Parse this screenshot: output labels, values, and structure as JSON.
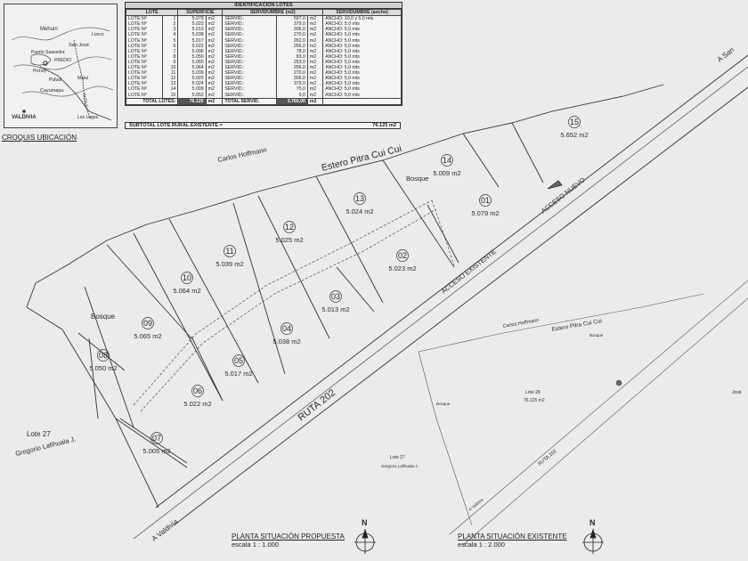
{
  "table": {
    "title": "IDENTIFICACION LOTES",
    "headers": [
      "LOTE",
      "SUPERFICIE",
      "SERVIDUMBRE (m2)",
      "SERVIDUMBRE (ancho)"
    ],
    "rows": [
      {
        "lote": "LOTE Nº",
        "n": "1",
        "sup": "5.079",
        "u": "m2",
        "serv": "SERVID.:",
        "sm": "597,0",
        "su": "m2",
        "ancho": "ANCHO: 10,0 y 5,0 mts"
      },
      {
        "lote": "LOTE Nº",
        "n": "2",
        "sup": "5.023",
        "u": "m2",
        "serv": "SERVID.:",
        "sm": "379,0",
        "su": "m2",
        "ancho": "ANCHO: 5,0 mts"
      },
      {
        "lote": "LOTE Nº",
        "n": "3",
        "sup": "5.013",
        "u": "m2",
        "serv": "SERVID.:",
        "sm": "306,0",
        "su": "m2",
        "ancho": "ANCHO: 5,0 mts"
      },
      {
        "lote": "LOTE Nº",
        "n": "4",
        "sup": "5.038",
        "u": "m2",
        "serv": "SERVID.:",
        "sm": "270,0",
        "su": "m2",
        "ancho": "ANCHO: 5,0 mts"
      },
      {
        "lote": "LOTE Nº",
        "n": "5",
        "sup": "5.017",
        "u": "m2",
        "serv": "SERVID.:",
        "sm": "262,0",
        "su": "m2",
        "ancho": "ANCHO: 5,0 mts"
      },
      {
        "lote": "LOTE Nº",
        "n": "6",
        "sup": "5.022",
        "u": "m2",
        "serv": "SERVID.:",
        "sm": "256,0",
        "su": "m2",
        "ancho": "ANCHO: 5,0 mts"
      },
      {
        "lote": "LOTE Nº",
        "n": "7",
        "sup": "5.006",
        "u": "m2",
        "serv": "SERVID.:",
        "sm": "78,0",
        "su": "m2",
        "ancho": "ANCHO: 5,0 mts"
      },
      {
        "lote": "LOTE Nº",
        "n": "8",
        "sup": "5.050",
        "u": "m2",
        "serv": "SERVID.:",
        "sm": "83,0",
        "su": "m2",
        "ancho": "ANCHO: 5,0 mts"
      },
      {
        "lote": "LOTE Nº",
        "n": "9",
        "sup": "5.065",
        "u": "m2",
        "serv": "SERVID.:",
        "sm": "253,0",
        "su": "m2",
        "ancho": "ANCHO: 5,0 mts"
      },
      {
        "lote": "LOTE Nº",
        "n": "10",
        "sup": "5.064",
        "u": "m2",
        "serv": "SERVID.:",
        "sm": "256,0",
        "su": "m2",
        "ancho": "ANCHO: 5,0 mts"
      },
      {
        "lote": "LOTE Nº",
        "n": "11",
        "sup": "5.039",
        "u": "m2",
        "serv": "SERVID.:",
        "sm": "270,0",
        "su": "m2",
        "ancho": "ANCHO: 5,0 mts"
      },
      {
        "lote": "LOTE Nº",
        "n": "12",
        "sup": "5.025",
        "u": "m2",
        "serv": "SERVID.:",
        "sm": "306,0",
        "su": "m2",
        "ancho": "ANCHO: 5,0 mts"
      },
      {
        "lote": "LOTE Nº",
        "n": "13",
        "sup": "5.024",
        "u": "m2",
        "serv": "SERVID.:",
        "sm": "379,0",
        "su": "m2",
        "ancho": "ANCHO: 5,0 mts"
      },
      {
        "lote": "LOTE Nº",
        "n": "14",
        "sup": "5.009",
        "u": "m2",
        "serv": "SERVID.:",
        "sm": "75,0",
        "su": "m2",
        "ancho": "ANCHO: 5,0 mts"
      },
      {
        "lote": "LOTE Nº",
        "n": "15",
        "sup": "5.652",
        "u": "m2",
        "serv": "SERVID.:",
        "sm": "0,0",
        "su": "m2",
        "ancho": "ANCHO: 5,0 mts"
      }
    ],
    "total_label": "TOTAL LOTES:",
    "total_value": "76.125",
    "total_unit": "m2",
    "total_serv_label": "TOTAL SERVID.",
    "total_serv_value": "3.760,00",
    "total_serv_unit": "m2",
    "subtotal_label": "SUBTOTAL LOTE RURAL EXISTENTE =",
    "subtotal_value": "76.125",
    "subtotal_unit": "m2"
  },
  "location": {
    "caption": "CROQUIS UBICACIÓN",
    "towns": [
      "Mehuin",
      "Lonco",
      "Puerto Saavedra",
      "San José",
      "PREDIO",
      "Pichoy",
      "Pufudi",
      "Malal",
      "Cayumapu",
      "RUTA 5",
      "VALDIVIA",
      "Los Lagos"
    ]
  },
  "proposed": {
    "lots": [
      {
        "n": "01",
        "area": "5.079 m2"
      },
      {
        "n": "02",
        "area": "5.023 m2"
      },
      {
        "n": "03",
        "area": "5.013 m2"
      },
      {
        "n": "04",
        "area": "5.038 m2"
      },
      {
        "n": "05",
        "area": "5.017 m2"
      },
      {
        "n": "06",
        "area": "5.022 m2"
      },
      {
        "n": "07",
        "area": "5.005 m2"
      },
      {
        "n": "08",
        "area": "5.050 m2"
      },
      {
        "n": "09",
        "area": "5.065 m2"
      },
      {
        "n": "10",
        "area": "5.064 m2"
      },
      {
        "n": "11",
        "area": "5.039 m2"
      },
      {
        "n": "12",
        "area": "5.025 m2"
      },
      {
        "n": "13",
        "area": "5.024 m2"
      },
      {
        "n": "14",
        "area": "5.009 m2"
      },
      {
        "n": "15",
        "area": "5.652 m2"
      }
    ],
    "labels": {
      "estero": "Estero Pitra Cui Cui",
      "owner": "Carlos Hoffmann",
      "bosque_left": "Bosque",
      "bosque_right": "Bosque",
      "lote27": "Lote 27",
      "lote27_owner": "Gregorio Lafihuala J.",
      "ruta": "RUTA 202",
      "acceso_existente": "ACCESO EXISTENTE",
      "acceso_nuevo": "ACCESO NUEVO",
      "a_valdivia": "A Valdivia",
      "a_san": "A San"
    },
    "caption": "PLANTA SITUACIÓN PROPUESTA",
    "scale": "escala 1 : 1.000"
  },
  "existing": {
    "labels": {
      "owner": "Carlos Hoffmann",
      "estero": "Estero Pitra Cui Cui",
      "bosque1": "Bosque",
      "bosque2": "Bosque",
      "lote28": "Lote 28",
      "lote28_area": "76.125 m2",
      "lote27": "Lote 27",
      "lote27_owner": "Gregorio Lafihuala J.",
      "ruta": "RUTA 202",
      "a_valdivia": "A Valdivia",
      "right_edge": "José"
    },
    "caption": "PLANTA SITUACIÓN EXISTENTE",
    "scale": "escala 1 : 2.000"
  },
  "north": "N"
}
